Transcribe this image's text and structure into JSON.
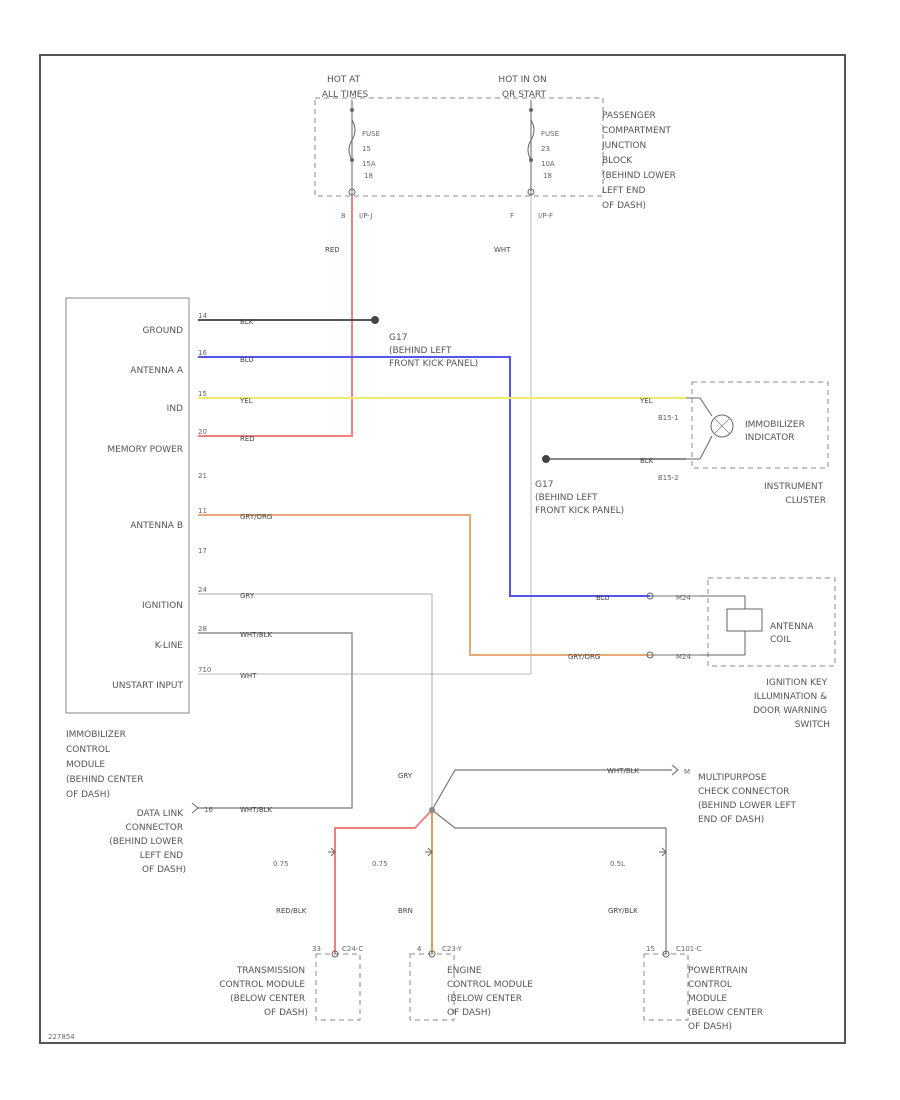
{
  "fuse_box": {
    "hot1": [
      "HOT AT",
      "ALL TIMES"
    ],
    "hot2": [
      "HOT IN ON",
      "OR START"
    ],
    "fuse1": [
      "FUSE",
      "15",
      "15A"
    ],
    "fuse1_pin": "18",
    "fuse2": [
      "FUSE",
      "23",
      "10A"
    ],
    "fuse2_pin": "18",
    "label": [
      "PASSENGER",
      "COMPARTMENT",
      "JUNCTION",
      "BLOCK",
      "(BEHIND LOWER",
      "LEFT END",
      "OF DASH)"
    ],
    "pin1": "8",
    "conn1": "I/P-J",
    "pin2": "F",
    "conn2": "I/P-F"
  },
  "wires": {
    "red": "RED",
    "wht": "WHT",
    "blk": "BLK",
    "blu": "BLU",
    "yel": "YEL",
    "red2": "RED",
    "gry_org": "GRY/ORG",
    "gry": "GRY",
    "wht_blk": "WHT/BLK",
    "wht2": "WHT",
    "blk2": "BLK",
    "blu2": "BLU",
    "gry_org2": "GRY/ORG",
    "gry3": "GRY",
    "wht_blk2": "WHT/BLK",
    "wht_blk3": "WHT/BLK",
    "red_blk": "RED/BLK",
    "brn": "BRN",
    "gry_blk": "GRY/BLK"
  },
  "module": {
    "ground": "GROUND",
    "antenna_a": "ANTENNA A",
    "ind": "IND",
    "memory_power": "MEMORY POWER",
    "antenna_b": "ANTENNA B",
    "ignition": "IGNITION",
    "k_line": "K-LINE",
    "unstart": "UNSTART INPUT",
    "pins": [
      "14",
      "16",
      "15",
      "20",
      "21",
      "11",
      "17",
      "24",
      "28",
      "710"
    ],
    "label": [
      "IMMOBILIZER",
      "CONTROL",
      "MODULE",
      "(BEHIND CENTER",
      "OF DASH)"
    ]
  },
  "grounds": {
    "g1": [
      "G17",
      "(BEHIND LEFT",
      "FRONT KICK PANEL)"
    ],
    "g2": [
      "G17",
      "(BEHIND LEFT",
      "FRONT KICK PANEL)"
    ]
  },
  "cluster": {
    "pin1": "B15-1",
    "pin2": "B15-2",
    "ind": [
      "IMMOBILIZER",
      "INDICATOR"
    ],
    "label": [
      "INSTRUMENT",
      "CLUSTER"
    ]
  },
  "coil": {
    "pin1": "M24",
    "pin2": "M24",
    "name": [
      "ANTENNA",
      "COIL"
    ],
    "label": [
      "IGNITION KEY",
      "ILLUMINATION &",
      "DOOR WARNING",
      "SWITCH"
    ]
  },
  "dlc": {
    "pin": "16",
    "label": [
      "DATA LINK",
      "CONNECTOR",
      "(BEHIND LOWER",
      "LEFT END",
      "OF DASH)"
    ]
  },
  "mpcc": {
    "pin": "M",
    "label": [
      "MULTIPURPOSE",
      "CHECK CONNECTOR",
      "(BEHIND LOWER LEFT",
      "END OF DASH)"
    ]
  },
  "splices": {
    "s1": "0.75",
    "s2": "0.75",
    "s3": "0.5L"
  },
  "tcm": {
    "pin": "33",
    "conn": "C24-C",
    "label": [
      "TRANSMISSION",
      "CONTROL MODULE",
      "(BELOW CENTER",
      "OF DASH)"
    ]
  },
  "ecm": {
    "pin": "4",
    "conn": "C23-Y",
    "label": [
      "ENGINE",
      "CONTROL MODULE",
      "(BELOW CENTER",
      "OF DASH)"
    ]
  },
  "pcm": {
    "pin": "15",
    "conn": "C101-C",
    "label": [
      "POWERTRAIN",
      "CONTROL",
      "MODULE",
      "(BELOW CENTER",
      "OF DASH)"
    ]
  },
  "footer": "227854",
  "colors": {
    "red": "#f08080",
    "blue": "#5555ee",
    "yellow": "#eeee66",
    "orange": "#e8a878",
    "brown": "#d8a050",
    "grey": "#aaaaaa",
    "black": "#444444"
  }
}
